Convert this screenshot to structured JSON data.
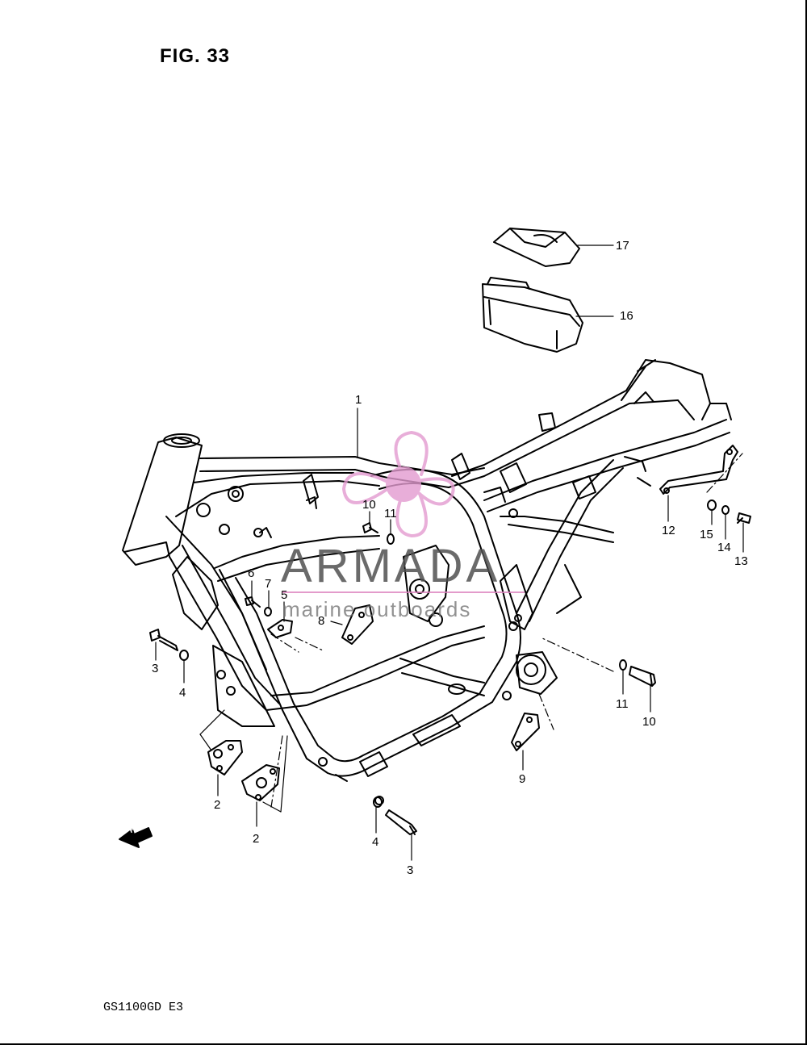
{
  "figure": {
    "title": "FIG. 33",
    "model_code": "GS1100GD E3"
  },
  "watermark": {
    "brand": "ARMADA",
    "tagline": "marine outboards",
    "accent_color": "#e39bd0"
  },
  "fwd_arrow": {
    "label": "FWD"
  },
  "callouts": [
    "1",
    "2",
    "2",
    "3",
    "3",
    "4",
    "4",
    "5",
    "6",
    "7",
    "8",
    "9",
    "10",
    "10",
    "11",
    "11",
    "12",
    "13",
    "14",
    "15",
    "16",
    "17"
  ]
}
